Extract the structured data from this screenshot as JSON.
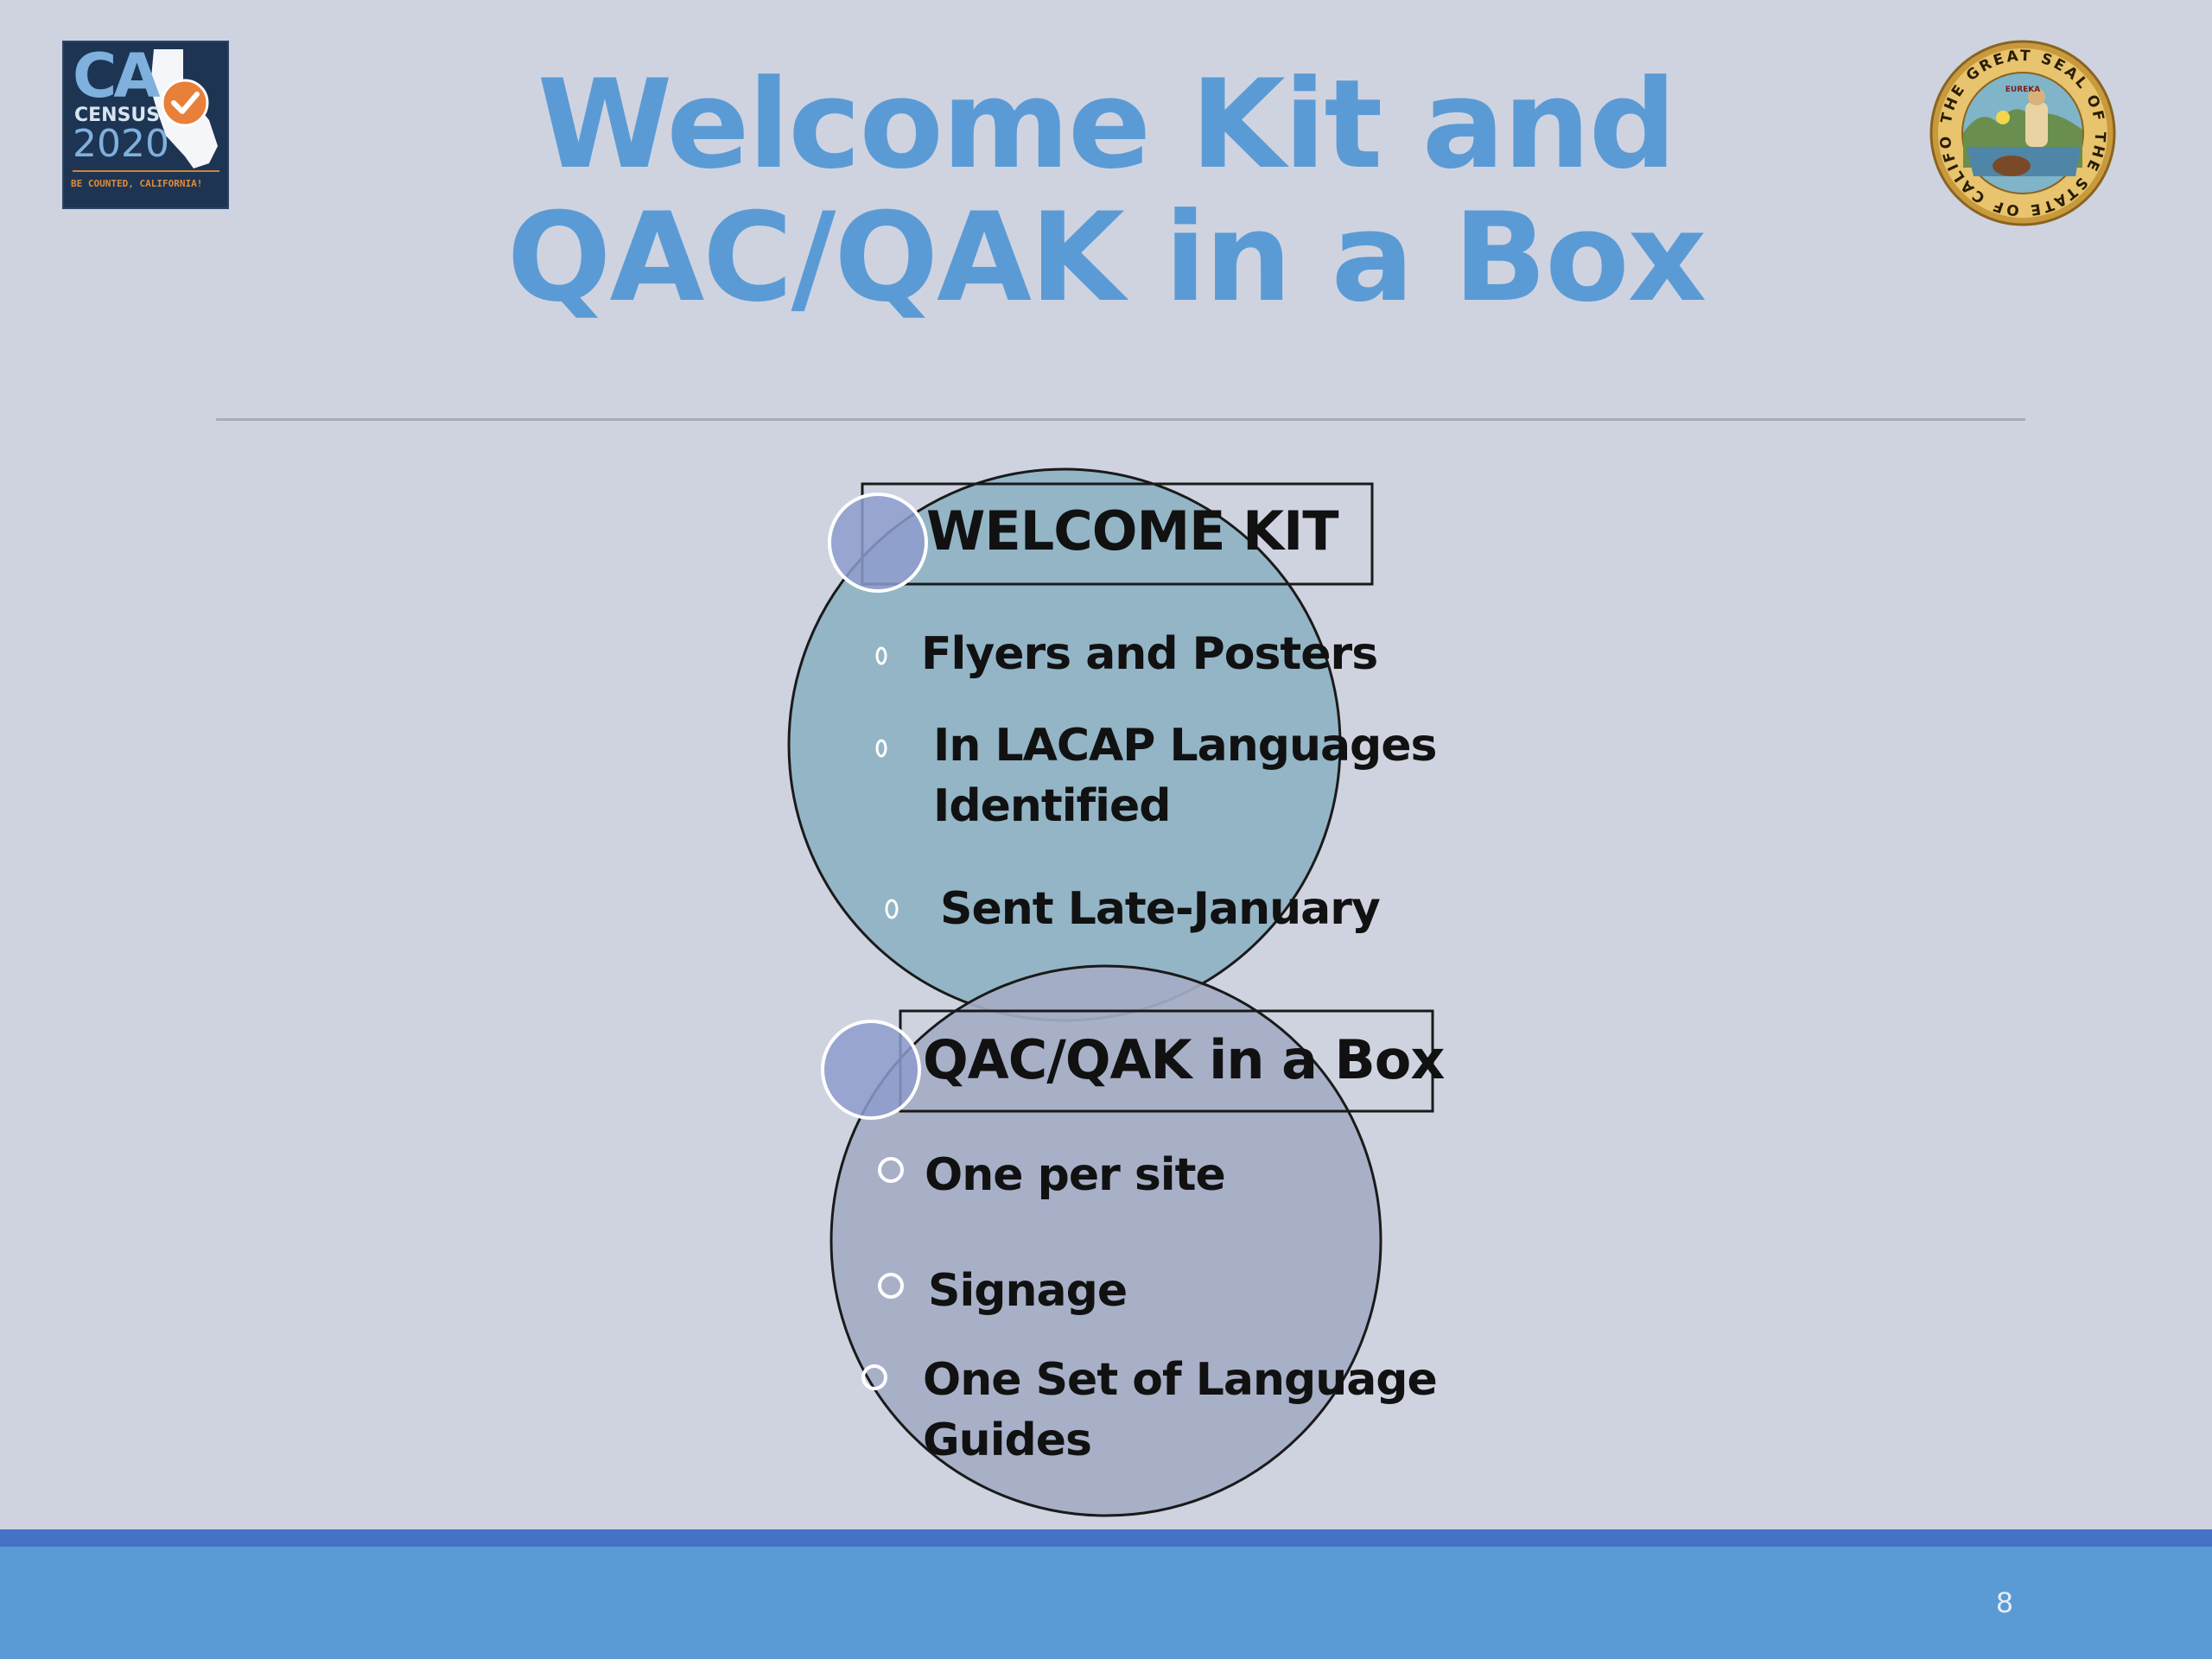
{
  "logo": {
    "ca": "CA",
    "census": "CENSUS",
    "year": "2020",
    "tagline": "BE COUNTED, CALIFORNIA!"
  },
  "seal": {
    "label": "THE GREAT SEAL OF THE STATE OF CALIFORNIA",
    "motto": "EUREKA"
  },
  "title": {
    "line1": "Welcome Kit and",
    "line2": "QAC/QAK in a Box"
  },
  "sections": [
    {
      "header": "WELCOME KIT",
      "bullets": [
        "Flyers and Posters",
        "In LACAP Languages",
        "Identified",
        "Sent Late-January"
      ]
    },
    {
      "header": "QAC/QAK in a Box",
      "bullets": [
        "One per site",
        "Signage",
        "One Set of Language",
        "Guides"
      ]
    }
  ],
  "colors": {
    "title": "#5b9bd5",
    "background": "#cfd3e0",
    "circle_top": "#93b5c6",
    "circle_bottom": "#a4adc4",
    "node": "#8e9ccc",
    "footer": "#5b9bd5",
    "footer_line": "#4472c4"
  },
  "page_number": "8"
}
